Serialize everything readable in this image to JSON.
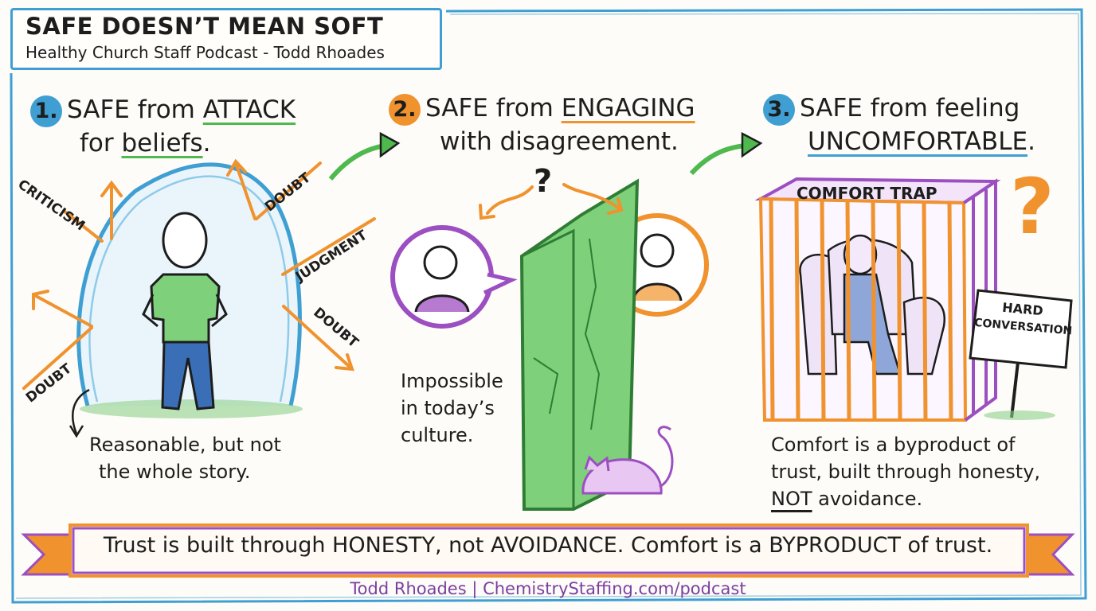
{
  "header": {
    "title": "SAFE DOESN’T MEAN SOFT",
    "subtitle": "Healthy Church Staff Podcast - Todd Rhoades"
  },
  "sections": [
    {
      "number": "1.",
      "line1_pre": "SAFE from ",
      "line1_highlight": "ATTACK",
      "line2_pre": "for ",
      "line2_highlight": "beliefs",
      "line2_post": ".",
      "badge_color": "#3f9fd3",
      "arrow_labels": [
        "CRITICISM",
        "DOUBT",
        "JUDGMENT",
        "DOUBT",
        "DOUBT"
      ],
      "caption_lines": [
        "Reasonable, but not",
        "the whole story."
      ]
    },
    {
      "number": "2.",
      "line1_pre": "SAFE from ",
      "line1_highlight": "ENGAGING",
      "line2_pre": "with disagreement.",
      "badge_color": "#f0922e",
      "symbol": "?",
      "caption_lines": [
        "Impossible",
        "in today’s",
        "culture."
      ]
    },
    {
      "number": "3.",
      "line1_pre": "SAFE from feeling",
      "line2_highlight": "UNCOMFORTABLE",
      "line2_post": ".",
      "badge_color": "#3f9fd3",
      "cage_label": "COMFORT TRAP",
      "symbol": "?",
      "sign_lines": [
        "HARD",
        "CONVERSATION"
      ],
      "caption_lines": [
        "Comfort is a byproduct of",
        "trust, built through honesty,"
      ],
      "caption_line3_highlight": "NOT",
      "caption_line3_post": " avoidance."
    }
  ],
  "banner": {
    "text": "Trust is built through HONESTY, not AVOIDANCE. Comfort is a BYPRODUCT of trust."
  },
  "footer": {
    "text": "Todd Rhoades | ChemistryStaffing.com/podcast"
  },
  "colors": {
    "blue": "#3f9fd3",
    "orange": "#f0922e",
    "green": "#4fb94f",
    "purple": "#9b4fc0",
    "ink": "#1d1d1d"
  },
  "icons": [
    "person-icon",
    "bubble-shield-icon",
    "attack-arrow-icon",
    "flow-arrow-icon",
    "speech-bubble-icon",
    "wall-icon",
    "cat-icon",
    "cage-icon",
    "armchair-icon",
    "question-mark-icon",
    "signpost-icon"
  ]
}
